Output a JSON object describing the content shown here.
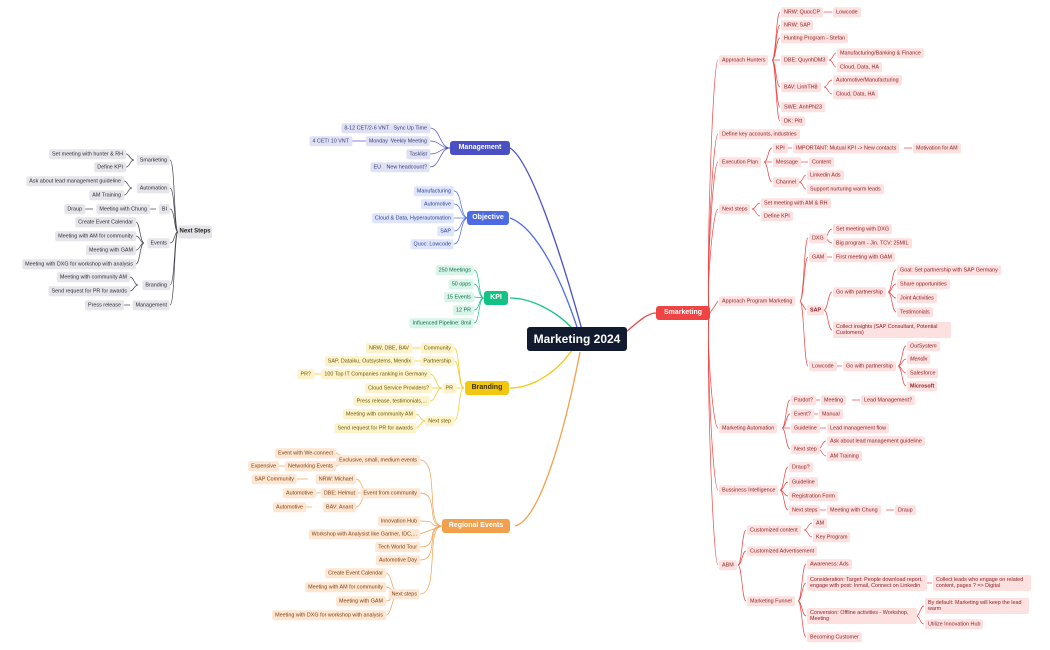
{
  "center": "Marketing 2024",
  "topics": {
    "management": "Management",
    "objective": "Objective",
    "kpi": "KPI",
    "branding": "Branding",
    "regional_events": "Regional Events",
    "smarketing": "Smarketing",
    "next_steps": "Next Steps"
  },
  "management": {
    "sync_up": "Sync Up Time",
    "sync_time": "8-12 CET/2-6 VNT",
    "weekly": "Weekly Meeting",
    "monday": "Monday",
    "weekly_time": "4 CET/ 10 VNT",
    "tasklist": "Tasklist",
    "headcount": "New headcount?",
    "eu": "EU"
  },
  "objective": [
    "Manufacturing",
    "Automotive",
    "Cloud & Data, Hyperautomation",
    "SAP",
    "Quoc: Lowcode"
  ],
  "kpi": [
    "250 Meetings",
    "50 opps",
    "15 Events",
    "12 PR",
    "Influenced Pipeline: 8mil"
  ],
  "branding": {
    "community": "Community",
    "community_val": "NRW, DBE, BAV",
    "partnership": "Partnership",
    "partnership_val": "SAP, Dataiku, Outsystems, Mendix",
    "pr": "PR",
    "top100": "100 Top IT Companies ranking in Germany",
    "pr_q": "PR?",
    "cloud": "Cloud Service Providers?",
    "press": "Press release, testimonials,...",
    "next_step": "Next step",
    "meet_community": "Meeting with community AM",
    "send_pr": "Send request for PR for awards"
  },
  "regional": {
    "exclusive": "Exclusive, small, medium events",
    "weconnect": "Event with We-connect",
    "networking": "Networking Events",
    "expensive": "Expensive",
    "from_community": "Event from community",
    "nrw": "NRW: Michael",
    "sap_community": "SAP Community",
    "dbe": "DBE: Helmut",
    "automotive1": "Automotive",
    "bav": "BAV: Anant",
    "automotive2": "Automotive",
    "innovation_hub": "Innovation Hub",
    "workshop_analyst": "Workshop with Analysist like Gartner, IDC,...",
    "tech_world": "Tech World Tour",
    "automotive_day": "Automotive Day",
    "next_steps": "Next steps",
    "create_calendar": "Create Event Calendar",
    "meet_am_community": "Meeting with AM for community",
    "meet_gam": "Meeting with GAM",
    "meet_dxg": "Meeting with DXG for workshop with analysis"
  },
  "next_steps_left": {
    "smarketing": "Smarketing",
    "set_meeting": "Set meeting with hunter & RH",
    "define_kpi": "Define KPI",
    "automation": "Automation",
    "ask_lead": "Ask about lead management guideline",
    "am_training": "AM Training",
    "bi": "BI",
    "meet_chung": "Meeting with Chung",
    "draup": "Draup",
    "events": "Events",
    "create_calendar": "Create Event Calendar",
    "meet_am_community": "Meeting with AM for community",
    "meet_gam": "Meeting with GAM",
    "meet_dxg": "Meeting with DXG for workshop with analysis",
    "branding": "Branding",
    "meet_community_am": "Meeting with community AM",
    "send_pr": "Send request for PR for awards",
    "management": "Management",
    "press_release": "Press release"
  },
  "smarketing": {
    "approach_hunters": "Approach Hunters",
    "nrw_quoccp": "NRW: QuocCP",
    "lowcode": "Lowcode",
    "nrw_sap": "NRW: SAP",
    "hunting": "Hunting Program - Stefan",
    "dbe": "DBE: QuynhDM3",
    "manufacturing_banking": "Manufacturing/Banking & Finance",
    "cloud_ha1": "Cloud, Data, HA",
    "bav": "BAV: LinhTH8",
    "automotive_manufacturing": "Automotive/Manufacturing",
    "cloud_ha2": "Cloud, Data, HA",
    "swe": "SWE: AnhPN23",
    "dk": "DK: Pitt",
    "define_accounts": "Define key accounts, industries",
    "execution_plan": "Execution Plan",
    "kpi": "KPI",
    "important": "IMPORTANT: Mutual KPI -> New contacts",
    "motivation": "Motivation for AM",
    "message": "Message",
    "content": "Content",
    "channel": "Channel",
    "linkedin": "Linkedin Ads",
    "support_warm": "Support nurturing warm leads",
    "next_steps": "Next steps",
    "set_meeting_am": "Set meeting with AM & RH",
    "define_kpi": "Define KPI",
    "approach_program": "Approach Program Marketing",
    "dxg": "DXG",
    "set_meeting_dxg": "Set meeting with DXG",
    "big_program": "Big program - Jin. TCV: 25MIL",
    "gam": "GAM",
    "first_gam": "First meeting with GAM",
    "sap": "SAP",
    "go_partnership": "Go with partnership",
    "goal_sap": "Goal: Set partnership with SAP Germany",
    "share_opps": "Share opportunities",
    "joint": "Joint Activities",
    "testimonials": "Testimonials",
    "collect_insights": "Collect insights (SAP Consultant, Potential Customers)",
    "lowcode_branch": "Lowcode",
    "go_partnership2": "Go with partnership",
    "outsystem": "OutSystem",
    "mendix": "Mendix",
    "salesforce": "Salesforce",
    "microsoft": "Microsoft",
    "marketing_automation": "Marketing Automation",
    "pardot": "Pardot?",
    "meeting": "Meeting",
    "lead_mgmt_q": "Lead Management?",
    "event_q": "Event?",
    "manual": "Manual",
    "guideline": "Guideline",
    "lead_flow": "Lead management flow",
    "next_step": "Next step",
    "ask_lead": "Ask about lead management guideline",
    "am_training": "AM Training",
    "bi": "Bussiness Intelligence",
    "draup_q": "Draup?",
    "guideline2": "Guideline",
    "registration": "Registration Form",
    "next_steps2": "Next steps",
    "meet_chung": "Meeting with Chung",
    "draup": "Draup",
    "abm": "ABM",
    "customized_content": "Customized content",
    "am": "AM",
    "key_program": "Key Program",
    "customized_ad": "Customized Advertisement",
    "marketing_funnel": "Marketing Funnel",
    "awareness": "Awareness: Ads",
    "consideration": "Consideration: Target: People download report, engage with post: Inmail, Connect on Linkedin",
    "collect_leads": "Collect leads who engage on related content, pages ? => Digital",
    "conversion": "Conversion: Offline activities - Workshop, Meeting",
    "by_default": "By default: Marketing will keep the lead warm",
    "utilize_hub": "Utilize Innovation Hub",
    "becoming": "Becoming Customer"
  },
  "colors": {
    "center": "#111a2e",
    "management": "#4a4fc4",
    "objective": "#4f6be3",
    "kpi": "#14c285",
    "branding": "#f2c712",
    "regional_events": "#f2a04e",
    "smarketing": "#ef4444",
    "next_steps": "#e4e4e8"
  }
}
